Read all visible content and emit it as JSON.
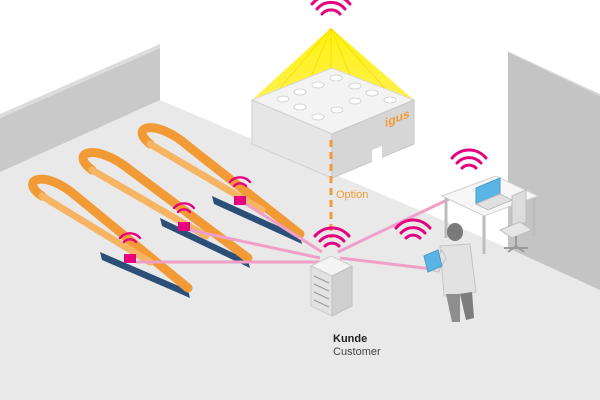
{
  "labels": {
    "option": "Option",
    "kunde": "Kunde",
    "customer": "Customer",
    "brand": "igus"
  },
  "colors": {
    "wall": "#c8c8c8",
    "floor": "#e8e8e8",
    "signal": "#e6007e",
    "link": "#f0a0c8",
    "chain": "#f29b36",
    "beam": "#ffe600",
    "rail": "#2c4f78"
  },
  "icons": [
    "wifi-icon",
    "server-icon",
    "laptop-icon",
    "tablet-icon",
    "cloud-datacenter-icon",
    "person-icon",
    "office-chair-icon",
    "desk-icon"
  ]
}
